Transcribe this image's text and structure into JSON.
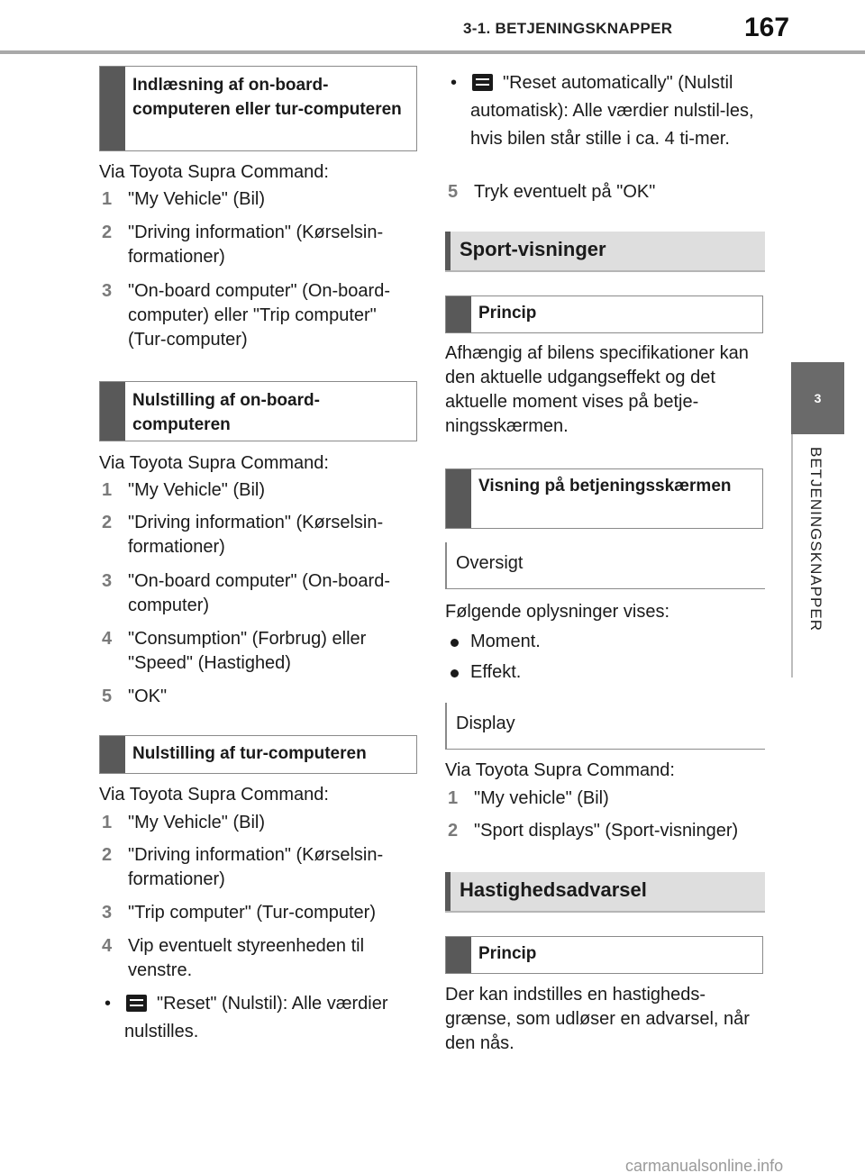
{
  "header": {
    "title": "3-1. BETJENINGSKNAPPER",
    "page": "167"
  },
  "side_tab": {
    "number": "3",
    "label": "BETJENINGSKNAPPER"
  },
  "left": {
    "box1": "Indlæsning af on-board-computeren eller tur-computeren",
    "via1": "Via Toyota Supra Command:",
    "steps1": [
      {
        "n": "1",
        "t": "\"My Vehicle\" (Bil)"
      },
      {
        "n": "2",
        "t": "\"Driving information\" (Kørselsin-formationer)"
      },
      {
        "n": "3",
        "t": "\"On-board computer\" (On-board-computer) eller \"Trip computer\" (Tur-computer)"
      }
    ],
    "box2": "Nulstilling af on-board-computeren",
    "via2": "Via Toyota Supra Command:",
    "steps2": [
      {
        "n": "1",
        "t": "\"My Vehicle\" (Bil)"
      },
      {
        "n": "2",
        "t": "\"Driving information\" (Kørselsin-formationer)"
      },
      {
        "n": "3",
        "t": "\"On-board computer\" (On-board-computer)"
      },
      {
        "n": "4",
        "t": "\"Consumption\" (Forbrug) eller \"Speed\" (Hastighed)"
      },
      {
        "n": "5",
        "t": "\"OK\""
      }
    ],
    "box3": "Nulstilling af tur-computeren",
    "via3": "Via Toyota Supra Command:",
    "steps3": [
      {
        "n": "1",
        "t": "\"My Vehicle\" (Bil)"
      },
      {
        "n": "2",
        "t": "\"Driving information\" (Kørselsin-formationer)"
      },
      {
        "n": "3",
        "t": "\"Trip computer\" (Tur-computer)"
      },
      {
        "n": "4",
        "t": "Vip eventuelt styreenheden til venstre."
      }
    ],
    "reset_bullet": "•",
    "reset_text": "\"Reset\" (Nulstil): Alle værdier nulstilles."
  },
  "right": {
    "auto_bullet": "•",
    "auto_text": "\"Reset automatically\" (Nulstil automatisk): Alle værdier nulstil-les, hvis bilen står stille i ca. 4 ti-mer.",
    "step5": {
      "n": "5",
      "t": "Tryk eventuelt på \"OK\""
    },
    "section1": "Sport-visninger",
    "principle1": "Princip",
    "para1": "Afhængig af bilens specifikationer kan den aktuelle udgangseffekt og det aktuelle moment vises på betje-ningsskærmen.",
    "box_display": "Visning på betjeningsskærmen",
    "sub_overview": "Oversigt",
    "para2": "Følgende oplysninger vises:",
    "bullets": [
      "Moment.",
      "Effekt."
    ],
    "sub_display": "Display",
    "via": "Via Toyota Supra Command:",
    "steps": [
      {
        "n": "1",
        "t": "\"My vehicle\" (Bil)"
      },
      {
        "n": "2",
        "t": "\"Sport displays\" (Sport-visninger)"
      }
    ],
    "section2": "Hastighedsadvarsel",
    "principle2": "Princip",
    "para3": "Der kan indstilles en hastigheds-grænse, som udløser en advarsel, når den nås."
  },
  "watermark": "carmanualsonline.info"
}
